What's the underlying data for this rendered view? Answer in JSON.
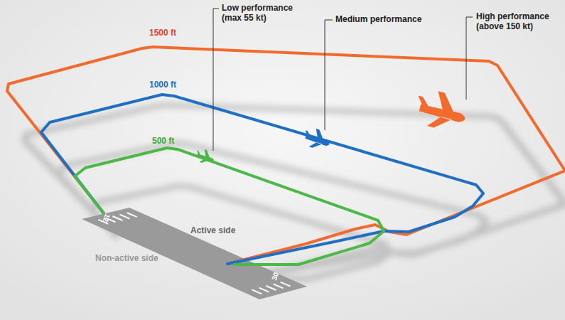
{
  "diagram": {
    "labels": [
      "1500 ft",
      "1000 ft",
      "500 ft",
      "Low performance (max 55 kt)",
      "Medium performance",
      "High performance (above 150 kt)",
      "Active side",
      "Non-active side",
      "12",
      "30"
    ]
  }
}
